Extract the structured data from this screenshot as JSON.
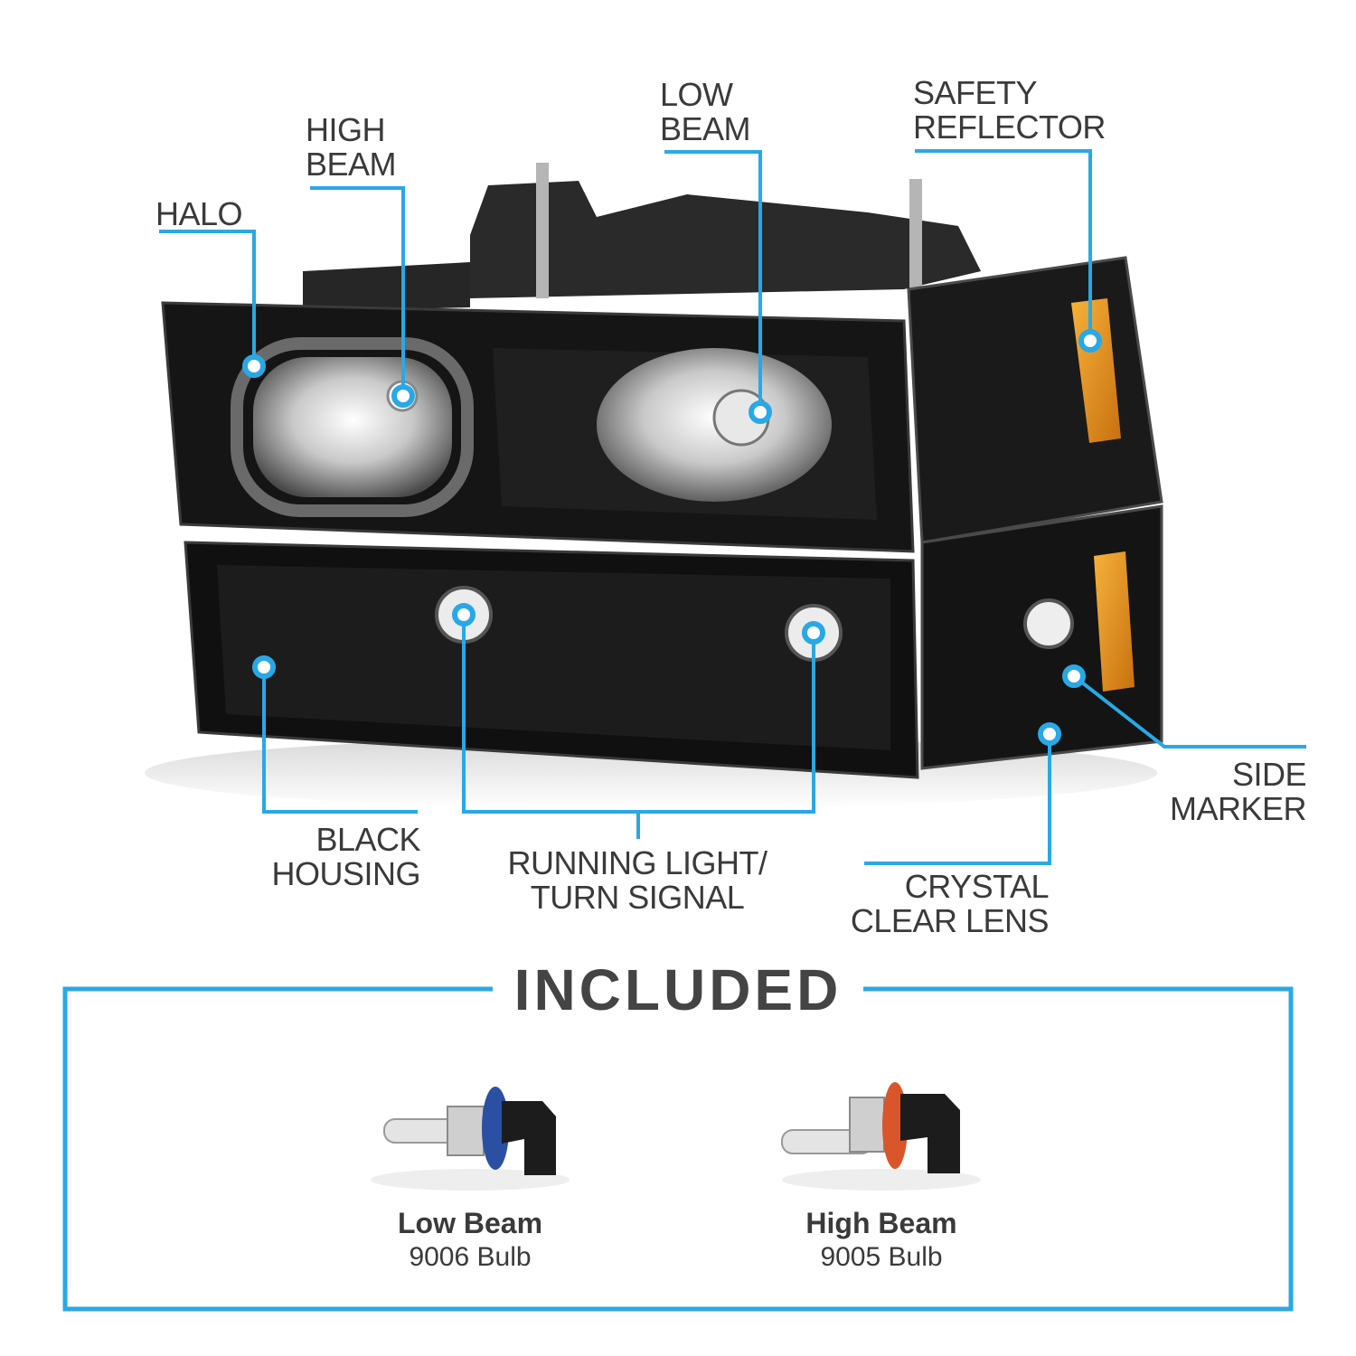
{
  "callouts": {
    "halo": [
      "HALO"
    ],
    "high_beam": [
      "HIGH",
      "BEAM"
    ],
    "low_beam": [
      "LOW",
      "BEAM"
    ],
    "safety_reflector": [
      "SAFETY",
      "REFLECTOR"
    ],
    "side_marker": [
      "SIDE",
      "MARKER"
    ],
    "black_housing": [
      "BLACK",
      "HOUSING"
    ],
    "running_light": [
      "RUNNING LIGHT/",
      "TURN SIGNAL"
    ],
    "crystal_clear_lens": [
      "CRYSTAL",
      "CLEAR LENS"
    ]
  },
  "included": {
    "title": "INCLUDED",
    "bulbs": [
      {
        "name": "Low Beam",
        "type": "9006 Bulb"
      },
      {
        "name": "High Beam",
        "type": "9005 Bulb"
      }
    ]
  },
  "colors": {
    "accent": "#29a8e6",
    "housing": "#151515",
    "amber": "#e8901a",
    "text": "#3a3a3a"
  }
}
